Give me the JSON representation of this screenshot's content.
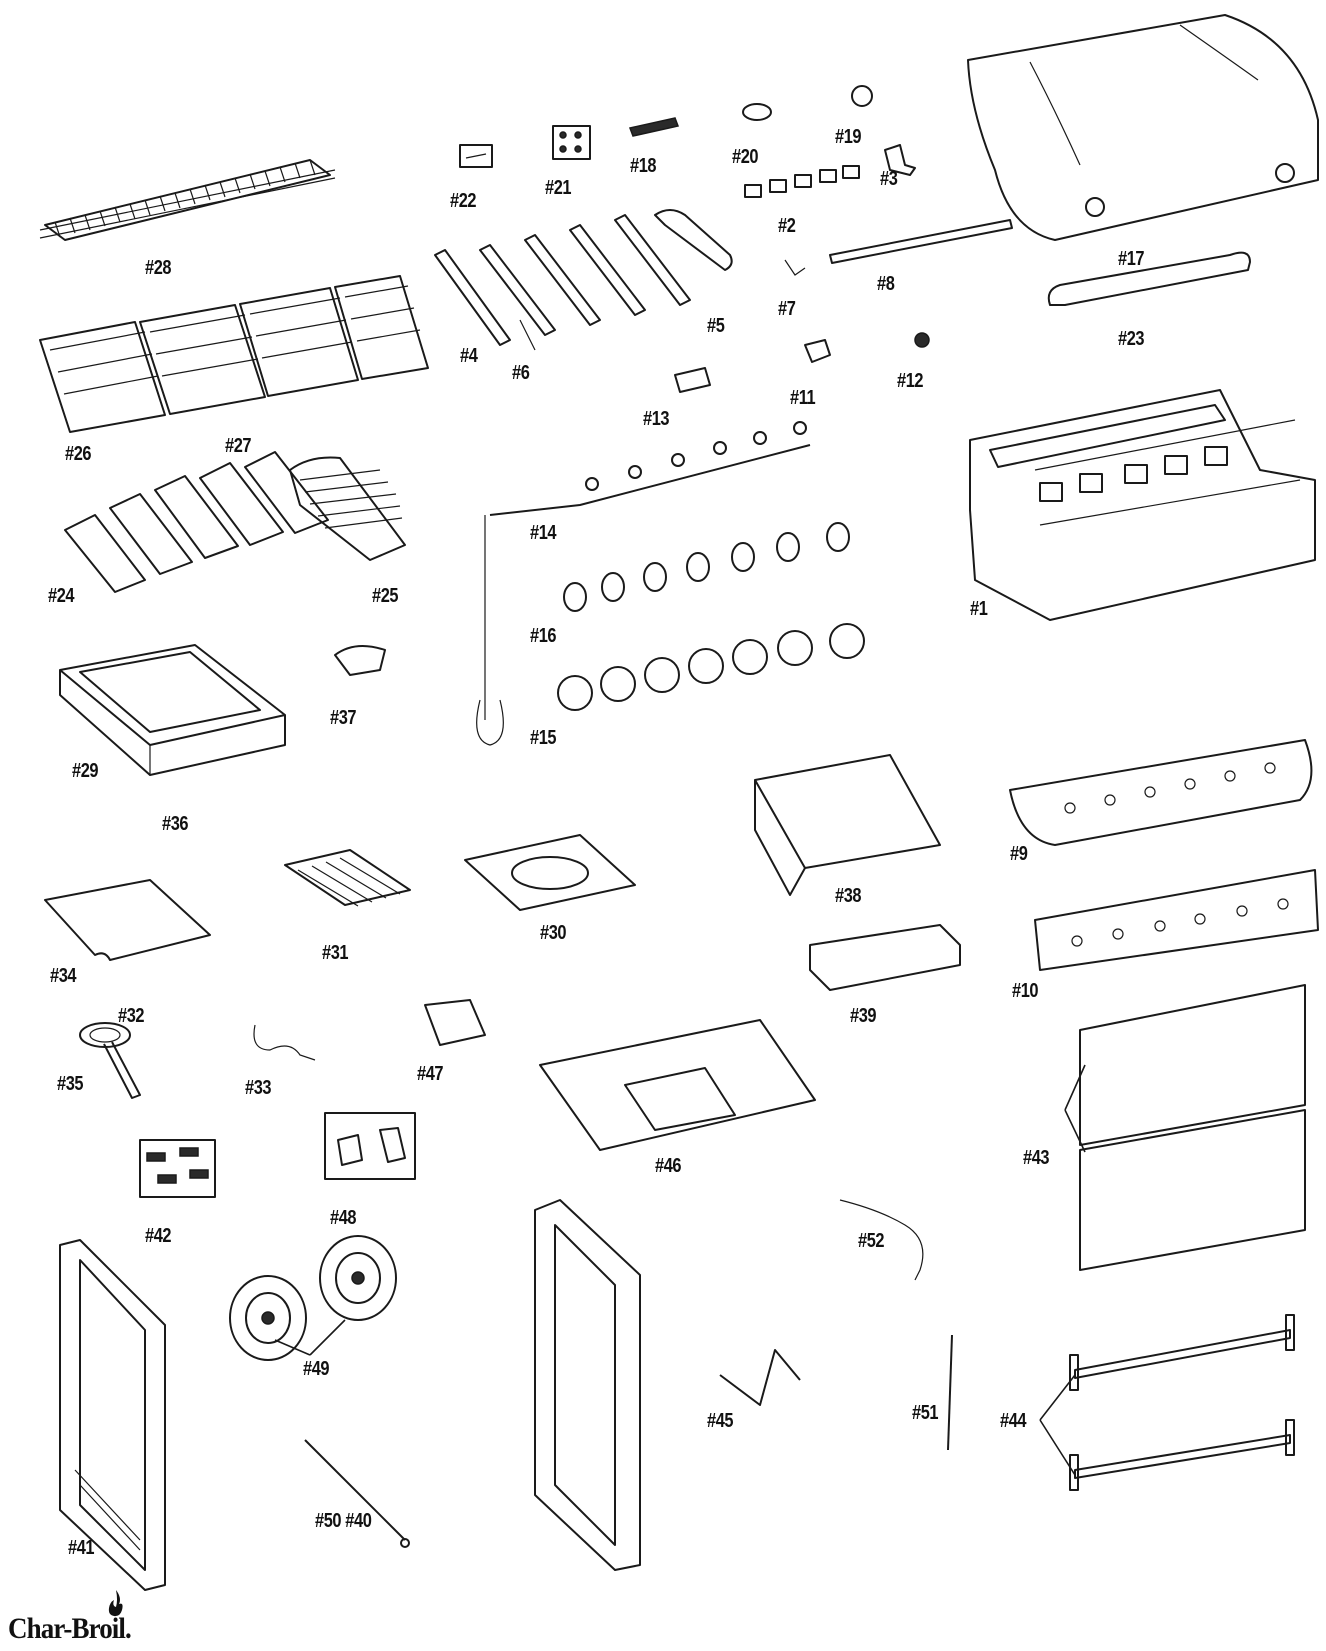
{
  "brand": {
    "name": "Char-Broil",
    "logo_text": "Char-Broil."
  },
  "labels": {
    "p1": "#1",
    "p2": "#2",
    "p3": "#3",
    "p4": "#4",
    "p5": "#5",
    "p6": "#6",
    "p7": "#7",
    "p8": "#8",
    "p9": "#9",
    "p10": "#10",
    "p11": "#11",
    "p12": "#12",
    "p13": "#13",
    "p14": "#14",
    "p15": "#15",
    "p16": "#16",
    "p17": "#17",
    "p18": "#18",
    "p19": "#19",
    "p20": "#20",
    "p21": "#21",
    "p22": "#22",
    "p23": "#23",
    "p24": "#24",
    "p25": "#25",
    "p26": "#26",
    "p27": "#27",
    "p28": "#28",
    "p29": "#29",
    "p30": "#30",
    "p31": "#31",
    "p32": "#32",
    "p33": "#33",
    "p34": "#34",
    "p35": "#35",
    "p36": "#36",
    "p37": "#37",
    "p38": "#38",
    "p39": "#39",
    "p41": "#41",
    "p42": "#42",
    "p43": "#43",
    "p44": "#44",
    "p45": "#45",
    "p46": "#46",
    "p47": "#47",
    "p48": "#48",
    "p49": "#49",
    "p5040": "#50 #40",
    "p51": "#51",
    "p52": "#52"
  }
}
